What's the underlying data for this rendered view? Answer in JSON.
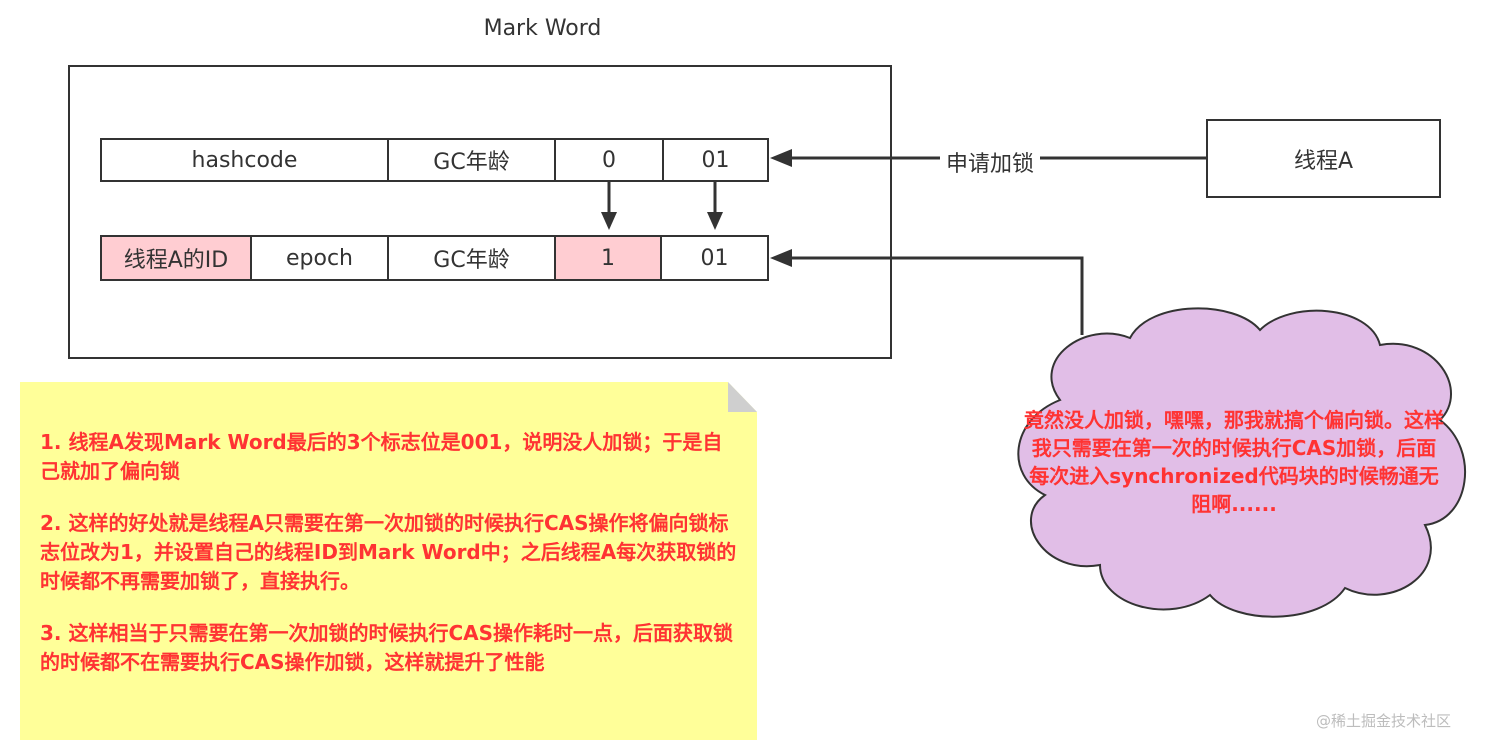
{
  "title": "Mark Word",
  "row1": {
    "cells": [
      {
        "text": "hashcode"
      },
      {
        "text": "GC年龄"
      },
      {
        "text": "0"
      },
      {
        "text": "01"
      }
    ]
  },
  "row2": {
    "cells": [
      {
        "text": "线程A的ID",
        "highlight": "#ffcdd2"
      },
      {
        "text": "epoch"
      },
      {
        "text": "GC年龄"
      },
      {
        "text": "1",
        "highlight": "#ffcdd2"
      },
      {
        "text": "01"
      }
    ]
  },
  "edge_label": "申请加锁",
  "thread_box": "线程A",
  "note": {
    "color": "#ffff99",
    "text_color": "#ff3333",
    "paragraphs": [
      "1. 线程A发现Mark Word最后的3个标志位是001，说明没人加锁；于是自己就加了偏向锁",
      "2. 这样的好处就是线程A只需要在第一次加锁的时候执行CAS操作将偏向锁标志位改为1，并设置自己的线程ID到Mark Word中；之后线程A每次获取锁的时候都不再需要加锁了，直接执行。",
      "3. 这样相当于只需要在第一次加锁的时候执行CAS操作耗时一点，后面获取锁的时候都不在需要执行CAS操作加锁，这样就提升了性能"
    ]
  },
  "cloud": {
    "color": "#e1bee7",
    "text": "竟然没人加锁，嘿嘿，那我就搞个偏向锁。这样我只需要在第一次的时候执行CAS加锁，后面每次进入synchronized代码块的时候畅通无阻啊......"
  },
  "watermark": "@稀土掘金技术社区"
}
